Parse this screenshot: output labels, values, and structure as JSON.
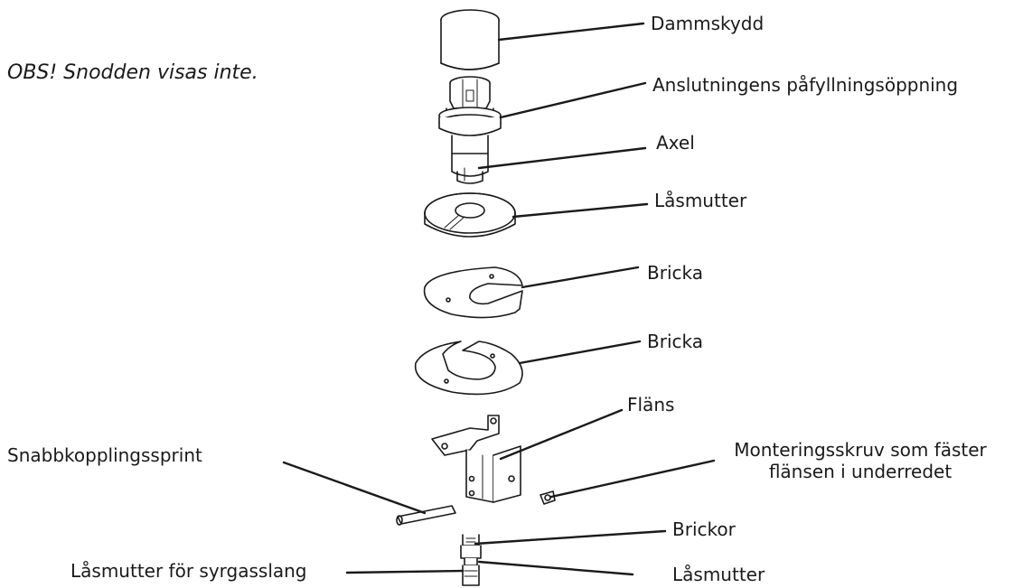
{
  "note": "OBS! Snodden visas inte.",
  "labels": {
    "dust_cap": "Dammskydd",
    "fill_port": "Anslutningens påfyllningsöppning",
    "shaft": "Axel",
    "lock_nut": "Låsmutter",
    "washer_1": "Bricka",
    "washer_2": "Bricka",
    "flange": "Fläns",
    "quick_pin": "Snabbkopplingssprint",
    "screw_line1": "Monteringsskruv som fäster",
    "screw_line2": "flänsen i underredet",
    "washers": "Brickor",
    "oxygen_nut": "Låsmutter för syrgasslang",
    "bottom_nut": "Låsmutter"
  }
}
